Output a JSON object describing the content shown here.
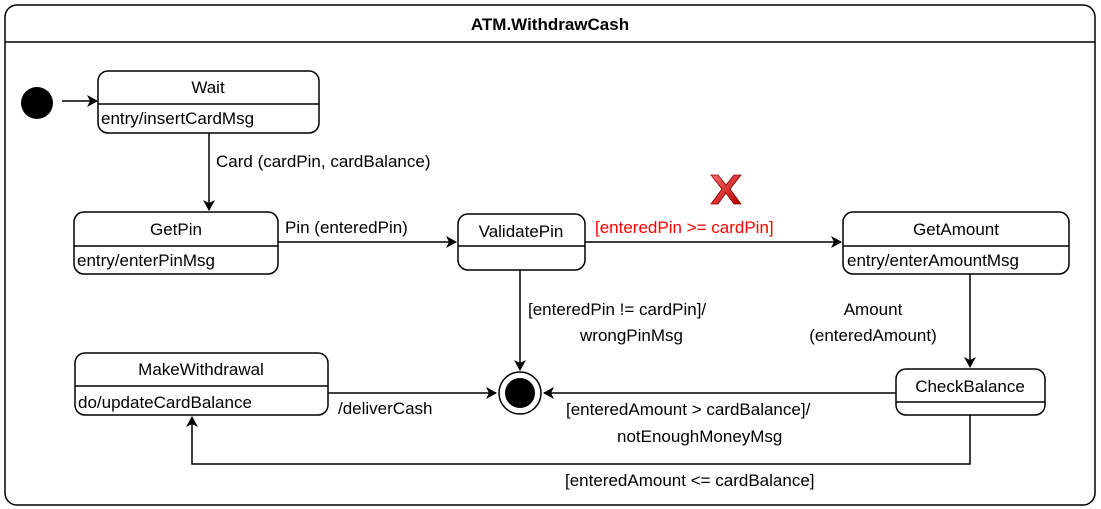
{
  "diagram": {
    "title": "ATM.WithdrawCash",
    "states": {
      "wait": {
        "name": "Wait",
        "activity": "entry/insertCardMsg"
      },
      "getpin": {
        "name": "GetPin",
        "activity": "entry/enterPinMsg"
      },
      "validatepin": {
        "name": "ValidatePin",
        "activity": ""
      },
      "getamount": {
        "name": "GetAmount",
        "activity": "entry/enterAmountMsg"
      },
      "makewithdrawal": {
        "name": "MakeWithdrawal",
        "activity": "do/updateCardBalance"
      },
      "checkbalance": {
        "name": "CheckBalance",
        "activity": ""
      }
    },
    "transitions": {
      "card": "Card (cardPin, cardBalance)",
      "pin": "Pin (enteredPin)",
      "pin_ok_guard": "[enteredPin >= cardPin]",
      "pin_wrong_line1": "[enteredPin != cardPin]/",
      "pin_wrong_line2": "wrongPinMsg",
      "amount_line1": "Amount",
      "amount_line2": "(enteredAmount)",
      "deliver": "/deliverCash",
      "insufficient_line1": "[enteredAmount > cardBalance]/",
      "insufficient_line2": "notEnoughMoneyMsg",
      "sufficient": "[enteredAmount <= cardBalance]"
    },
    "colors": {
      "highlight_guard": "#ff0000",
      "error_mark": "#cc0000"
    },
    "icons": {
      "error_mark": "red-x-mark"
    }
  }
}
